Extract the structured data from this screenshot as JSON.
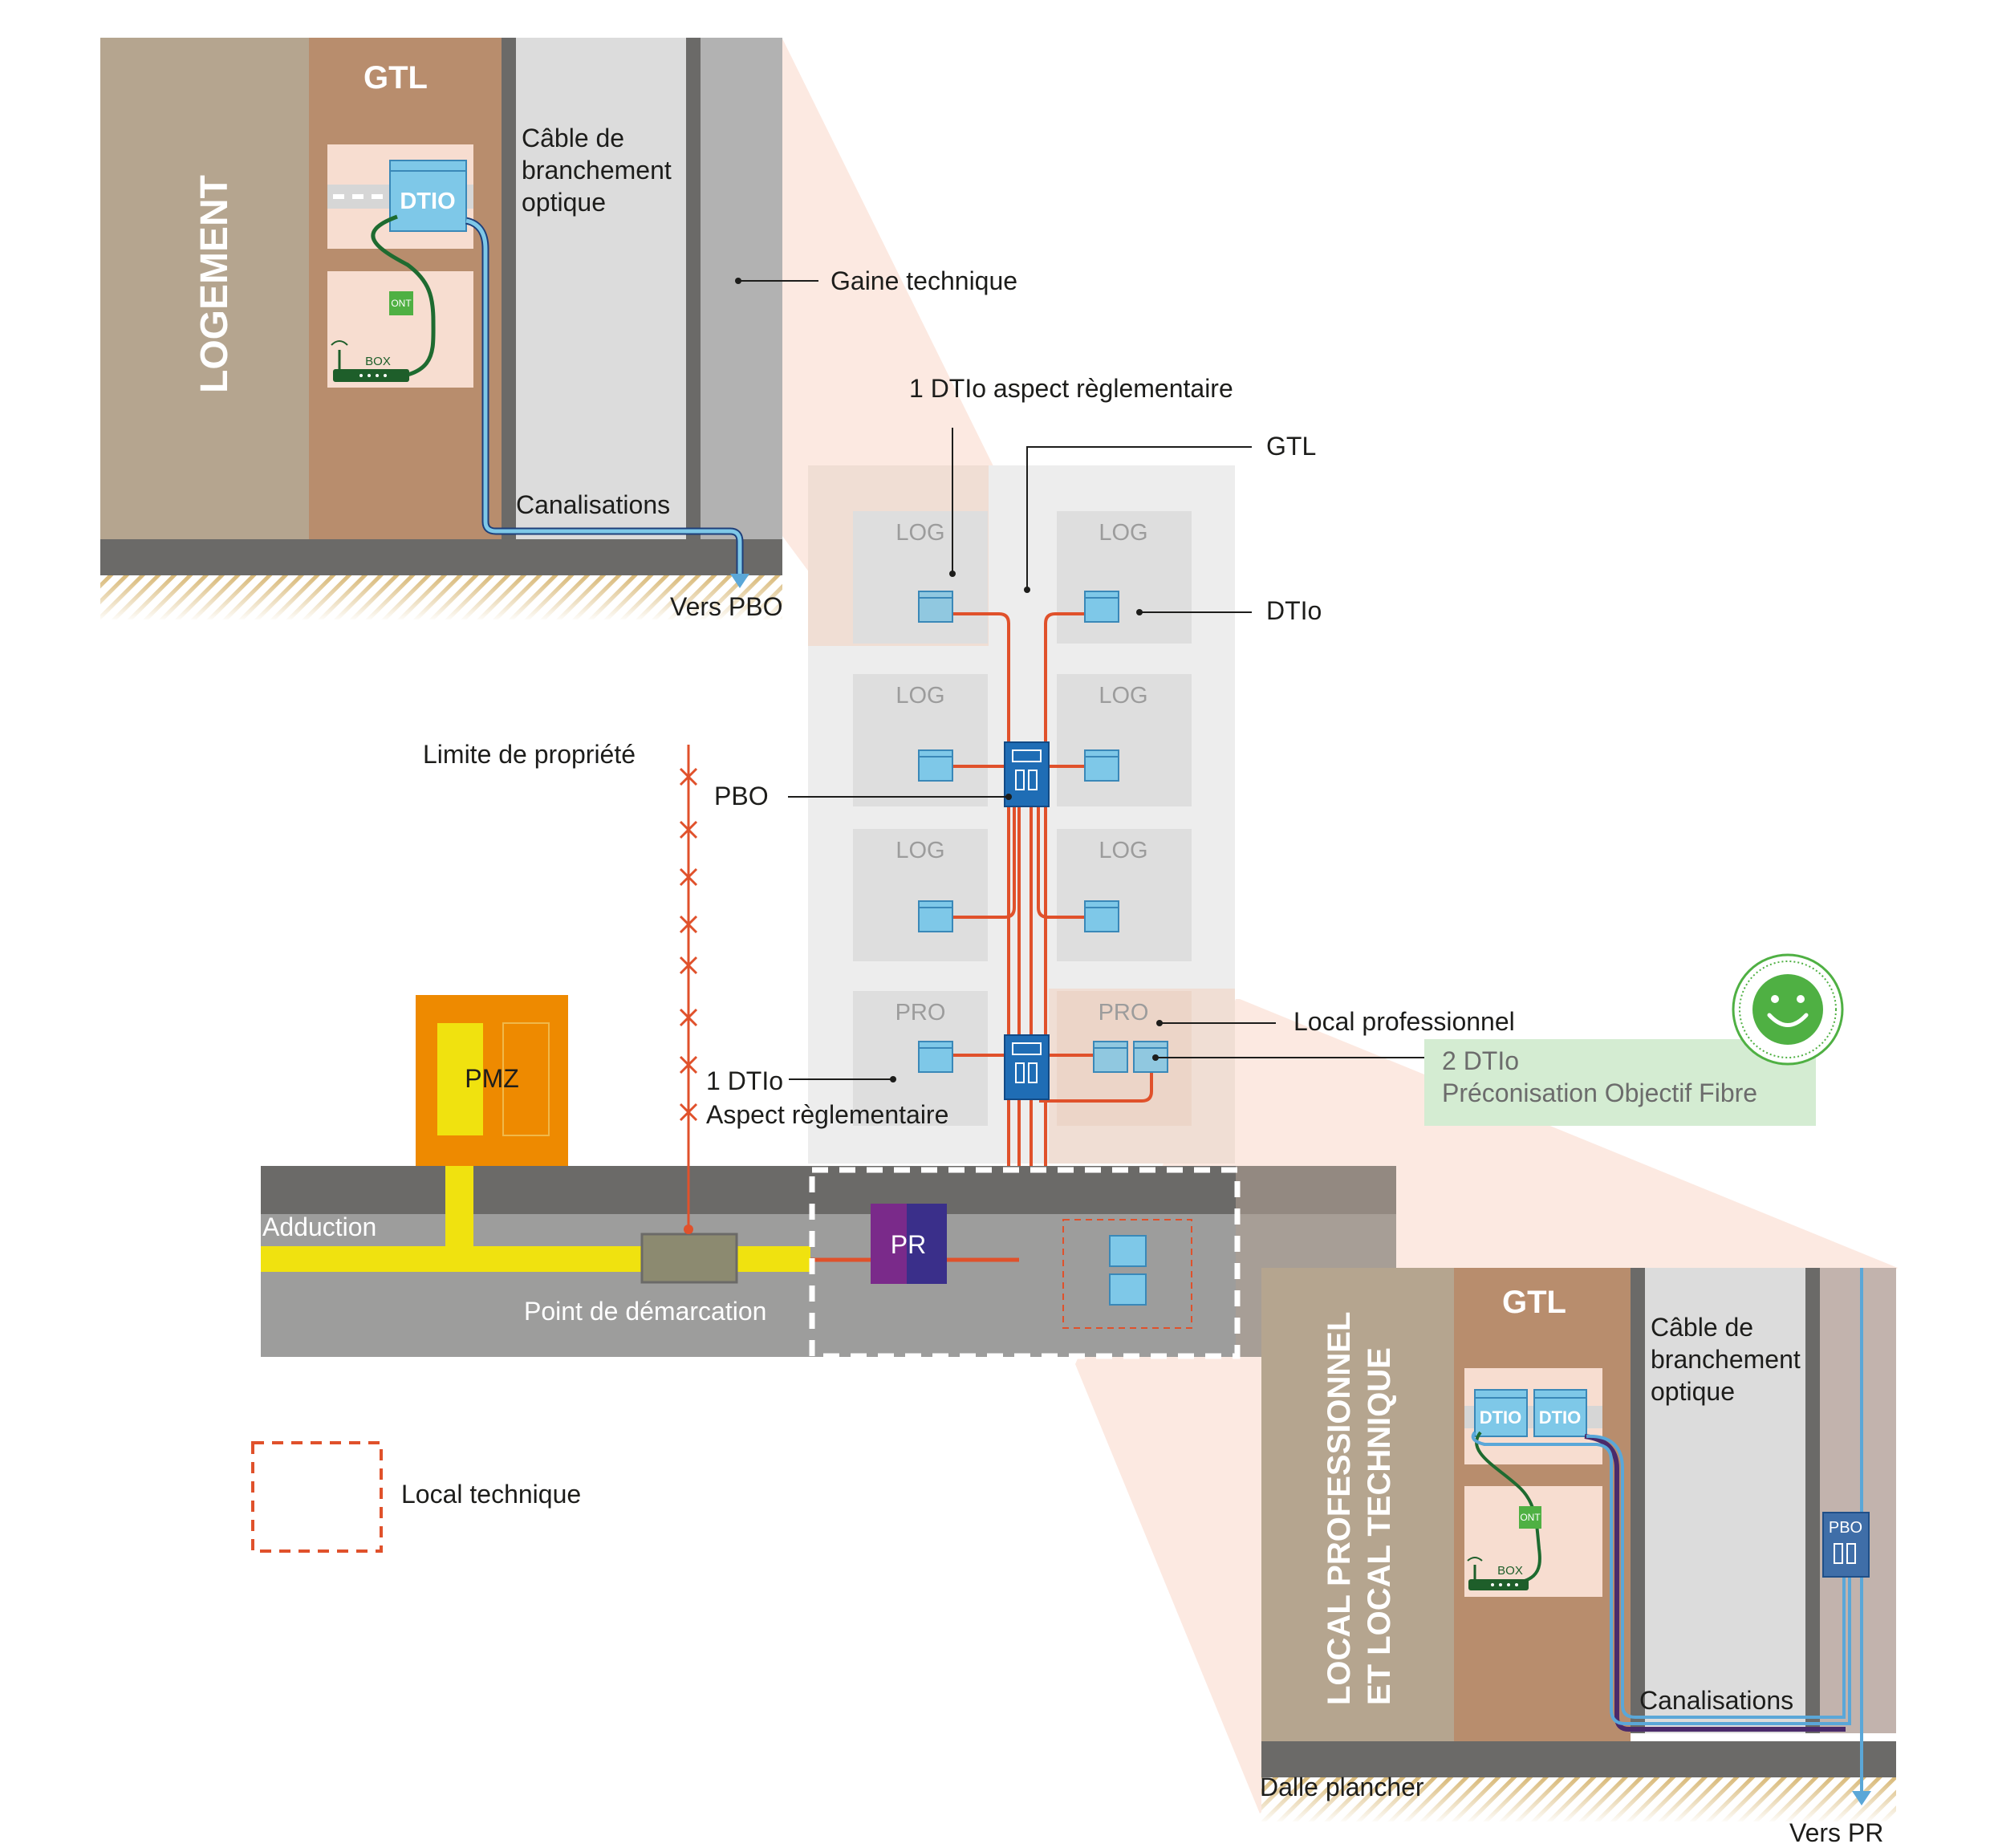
{
  "top_inset": {
    "room_label": "LOGEMENT",
    "gtl_label": "GTL",
    "dtio_label": "DTIO",
    "ont_label": "ONT",
    "box_label": "BOX",
    "cable_label": [
      "Câble de",
      "branchement",
      "optique"
    ],
    "gaine_label": "Gaine technique",
    "canalisations_label": "Canalisations",
    "vers_label": "Vers PBO"
  },
  "building": {
    "units": [
      {
        "label": "LOG"
      },
      {
        "label": "LOG"
      },
      {
        "label": "LOG"
      },
      {
        "label": "LOG"
      },
      {
        "label": "LOG"
      },
      {
        "label": "LOG"
      },
      {
        "label": "PRO"
      },
      {
        "label": "PRO"
      }
    ],
    "callouts": {
      "dtio_reg": "1 DTIo aspect règlementaire",
      "gtl": "GTL",
      "dtio": "DTIo",
      "pbo": "PBO",
      "limite": "Limite de propriété",
      "local_pro": "Local professionnel",
      "dtio_reg2": [
        "1 DTIo",
        "Aspect règlementaire"
      ],
      "objectif": [
        "2 DTIo",
        "Préconisation Objectif Fibre"
      ]
    }
  },
  "ground": {
    "pmz_label": "PMZ",
    "pr_label": "PR",
    "adduction_label": "Adduction",
    "demarcation_label": "Point de démarcation"
  },
  "legend": {
    "local_technique": "Local technique"
  },
  "bottom_inset": {
    "room_label": [
      "LOCAL PROFESSIONNEL",
      "ET LOCAL TECHNIQUE"
    ],
    "gtl_label": "GTL",
    "dtio_label": "DTIO",
    "ont_label": "ONT",
    "box_label": "BOX",
    "pbo_label": "PBO",
    "cable_label": [
      "Câble de",
      "branchement",
      "optique"
    ],
    "canalisations_label": "Canalisations",
    "dalle_label": "Dalle plancher",
    "vers_label": "Vers PR"
  },
  "colors": {
    "fiber_orange": "#e0512b",
    "dtio_blue": "#7ec8e8",
    "pbo_blue": "#1f6db5",
    "pmz_orange": "#ee8a00",
    "pr_purple": "#5b2d8a",
    "yellow": "#f0e20f",
    "logo_green": "#4fb043"
  }
}
